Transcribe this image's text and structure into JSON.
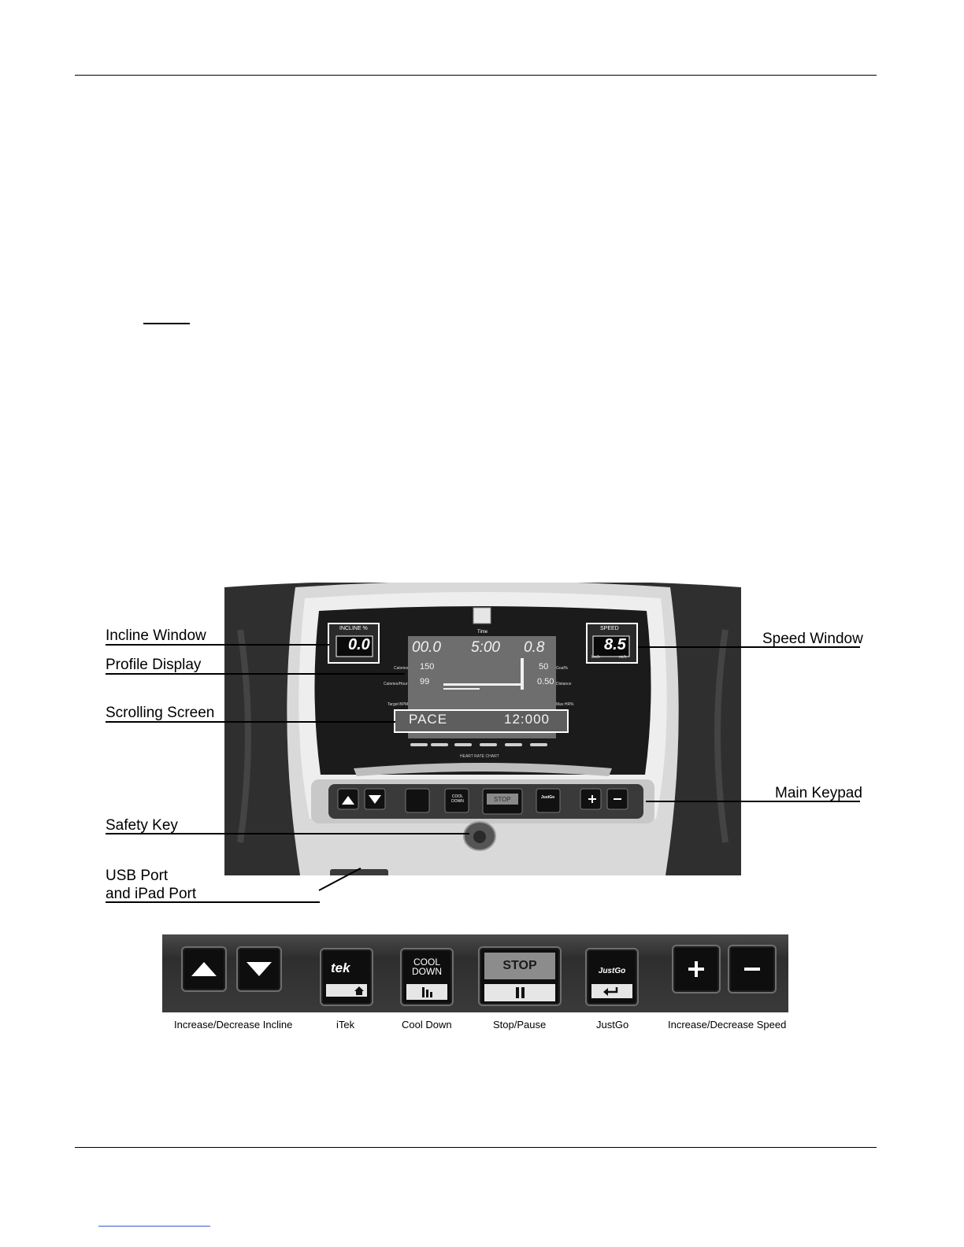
{
  "callouts": {
    "incline_window": "Incline Window",
    "profile_display": "Profile Display",
    "scrolling_screen": "Scrolling Screen",
    "safety_key": "Safety Key",
    "usb_port_line1": "USB Port",
    "usb_port_line2": "and iPad Port",
    "speed_window": "Speed Window",
    "main_keypad": "Main Keypad"
  },
  "console": {
    "incline_title": "INCLINE %",
    "incline_value": "0.0",
    "speed_title": "SPEED",
    "speed_value": "8.5",
    "speed_unit_left": "km/h",
    "speed_unit_right": "mi/h",
    "time_label": "Time",
    "lcd_value_1": "00.0",
    "lcd_value_2": "5:00",
    "lcd_value_3": "0.8",
    "calories_label": "Calories",
    "calories_value": "150",
    "calories_hour_label": "Calories/Hour",
    "calories_hour_value": "99",
    "goal_label": "Goal%",
    "goal_value": "50",
    "distance_label": "Distance",
    "distance_value": "0.50",
    "target_bpm_label": "Target BPM",
    "max_hr_label": "Max HR%",
    "scroll_left": "PACE",
    "scroll_right": "12:000",
    "heart_rate_chart": "HEART RATE CHART",
    "cool_down_key": "COOL DOWN",
    "stop_key": "STOP",
    "justgo_key": "JustGo"
  },
  "keypad": {
    "cool_down_text": "COOL DOWN",
    "stop_text": "STOP",
    "justgo_text": "JustGo",
    "itek_text": "tek",
    "labels": {
      "incline": "Increase/Decrease Incline",
      "itek": "iTek",
      "cool_down": "Cool Down",
      "stop_pause": "Stop/Pause",
      "justgo": "JustGo",
      "speed": "Increase/Decrease Speed"
    }
  }
}
